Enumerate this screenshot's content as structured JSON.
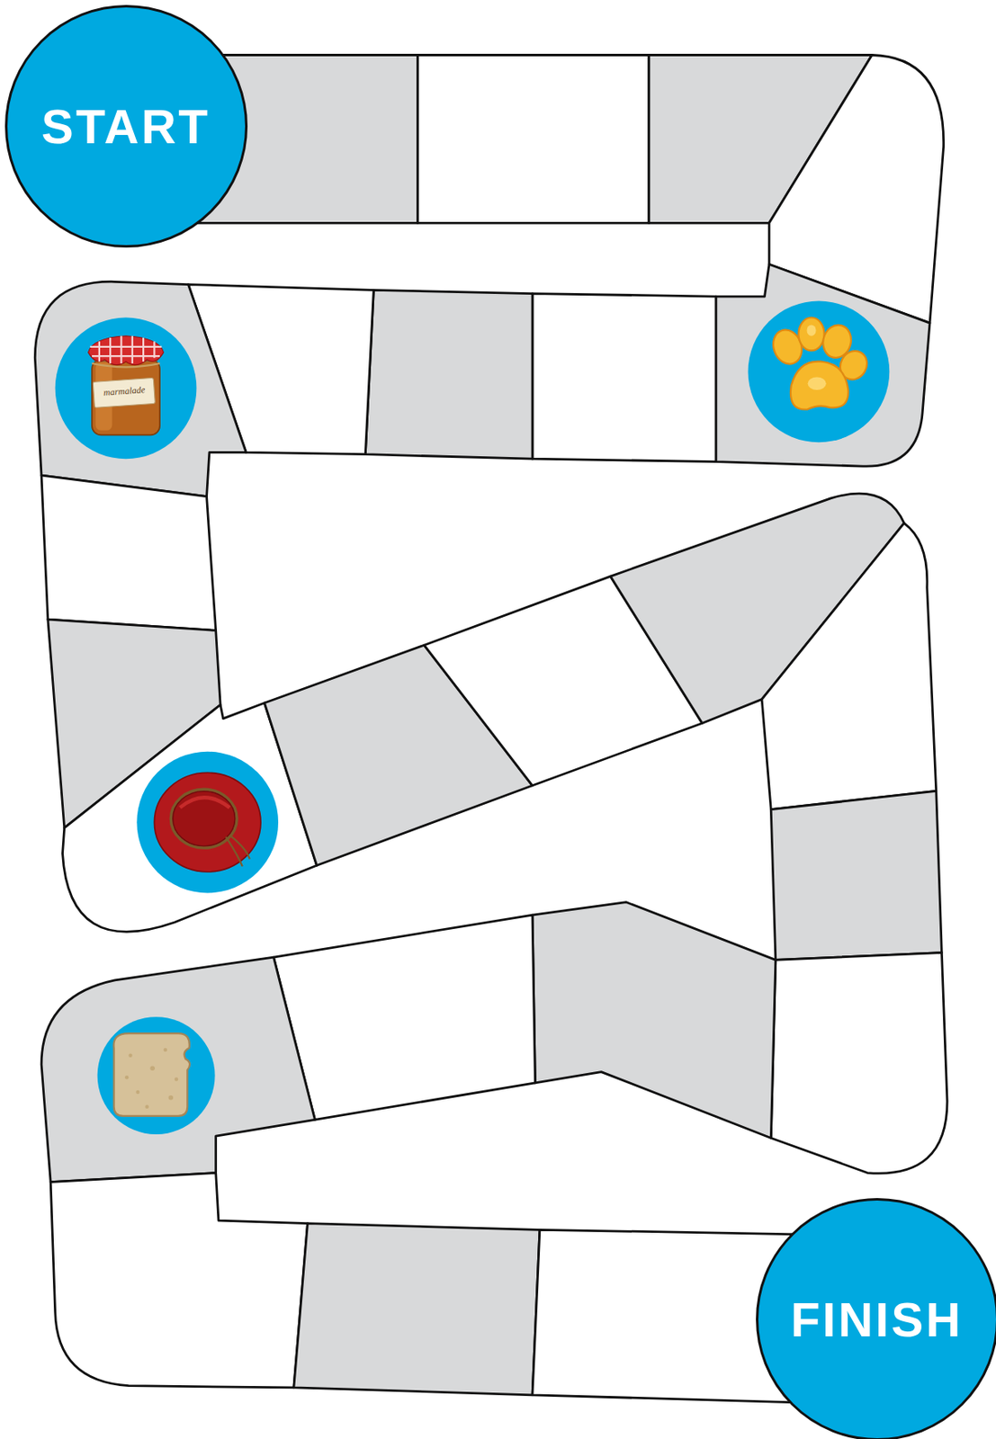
{
  "diagram": {
    "nodes": [
      {
        "text": [
          "START"
        ]
      },
      {
        "text": [
          "FINISH"
        ]
      }
    ],
    "labels": [
      "marmalade"
    ]
  }
}
